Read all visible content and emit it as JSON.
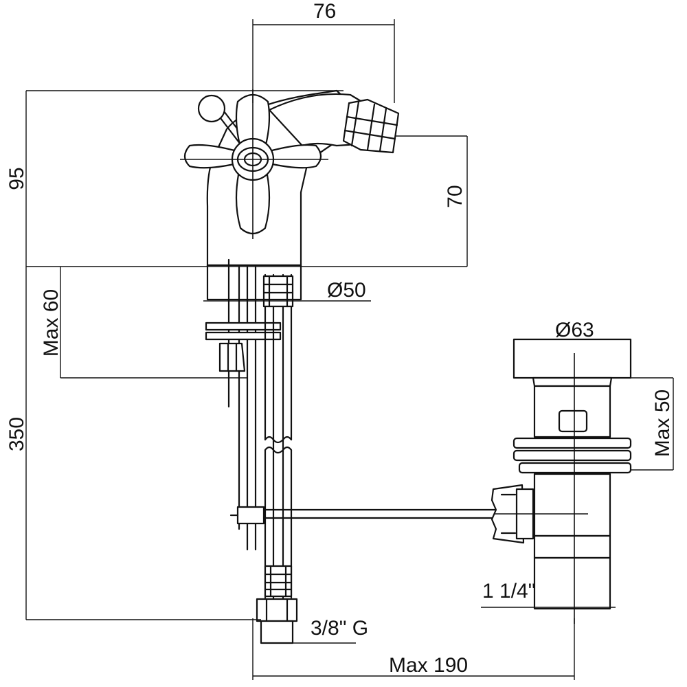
{
  "dimensions": {
    "width_top": "76",
    "height_body": "95",
    "height_spout": "70",
    "body_diameter": "Ø50",
    "max_deck": "Max 60",
    "hose_length": "350",
    "waste_diameter": "Ø63",
    "waste_height": "Max 50",
    "waste_thread": "1 1/4\"",
    "hose_thread": "3/8\" G",
    "max_reach": "Max 190"
  },
  "colors": {
    "line": "#111111",
    "background": "#ffffff"
  }
}
